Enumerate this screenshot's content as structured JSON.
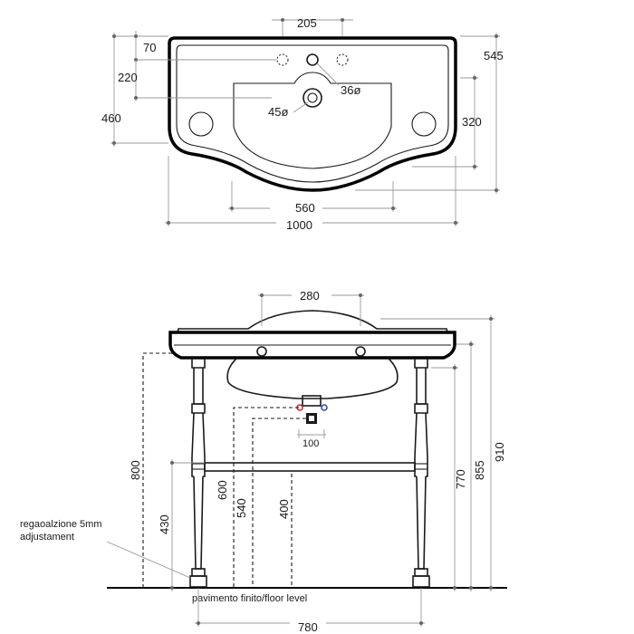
{
  "top_view": {
    "dimensions": {
      "tap_spacing": "205",
      "edge_to_taphole": "70",
      "front_to_basin": "220",
      "overall_depth_side": "460",
      "overall_depth": "545",
      "basin_depth": "320",
      "tap_hole_dia": "36ø",
      "drain_dia": "45ø",
      "basin_width": "560",
      "overall_width": "1000"
    }
  },
  "front_view": {
    "dimensions": {
      "hole_spacing": "280",
      "waste_width": "100",
      "height_rim": "800",
      "height_supply": "600",
      "height_waste": "540",
      "height_shelf_inner": "400",
      "height_shelf": "430",
      "height_770": "770",
      "height_855": "855",
      "height_910": "910",
      "leg_spacing": "780"
    },
    "notes": {
      "adjustment_line1": "regaoalzione 5mm",
      "adjustment_line2": "adjustament",
      "floor_level": "pavimento finito/floor level"
    }
  }
}
